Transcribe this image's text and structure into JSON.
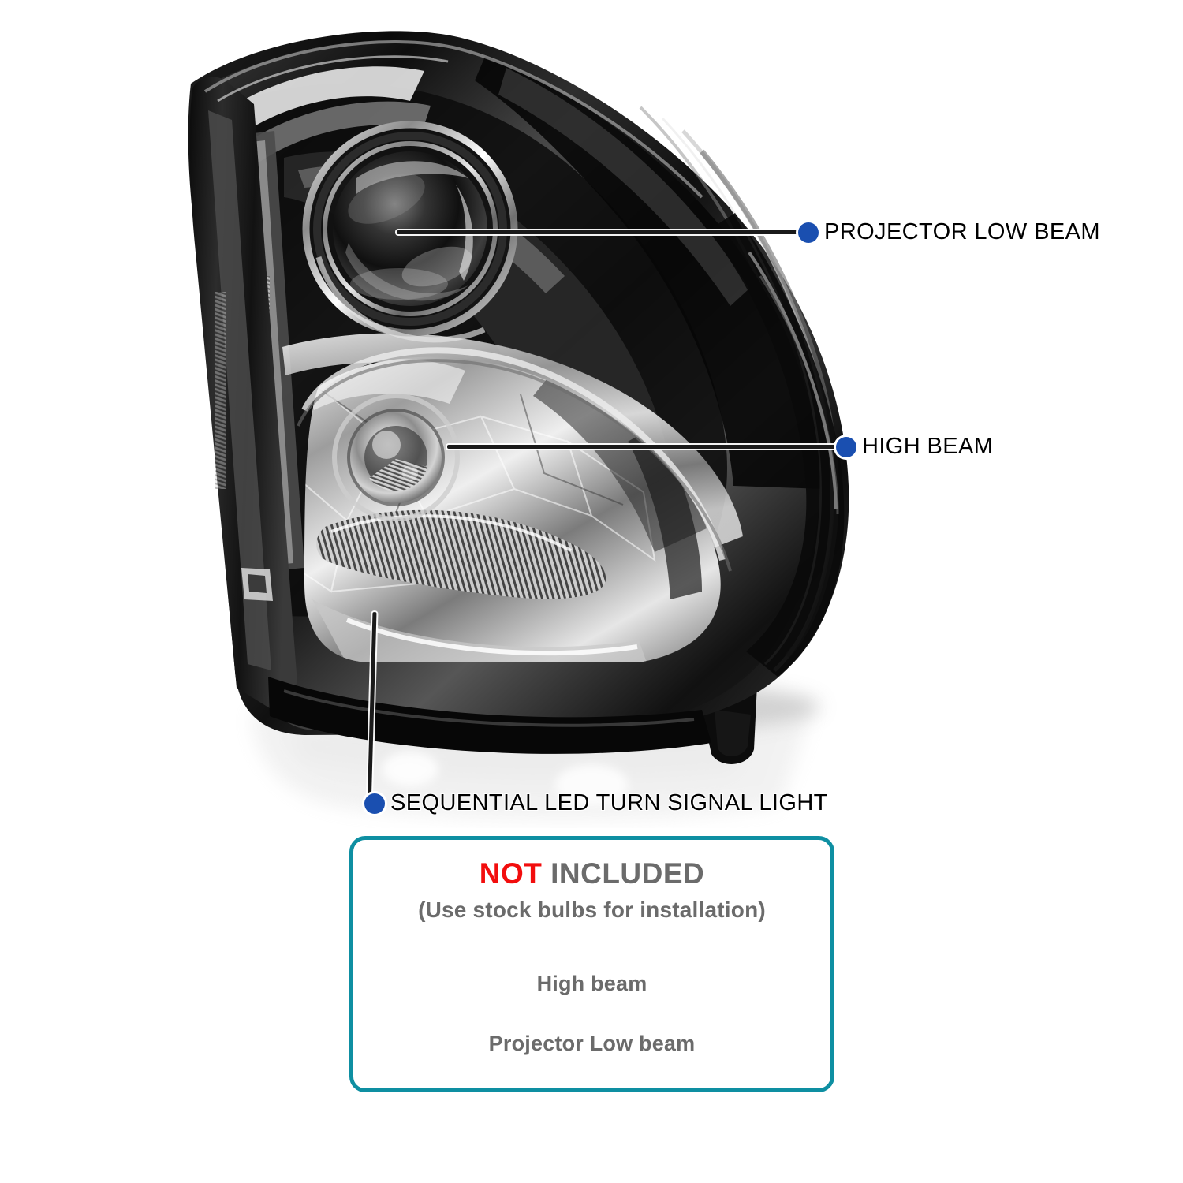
{
  "product": {
    "name": "projector-headlight-assembly",
    "description": "Chrome housing clear lens projector headlight unit, driver side, three-quarter front view with mirror reflection below",
    "finish_color": "#1b1b1b",
    "accent_chrome": "#e8e8e8"
  },
  "callouts": [
    {
      "id": "projector-low-beam",
      "label": "PROJECTOR LOW BEAM",
      "dot_color": "#1a4fb0",
      "leader": "horizontal"
    },
    {
      "id": "high-beam",
      "label": "HIGH BEAM",
      "dot_color": "#1a4fb0",
      "leader": "horizontal"
    },
    {
      "id": "sequential-led-turn-signal-light",
      "label": "SEQUENTIAL LED TURN SIGNAL LIGHT",
      "dot_color": "#1a4fb0",
      "leader": "vertical"
    }
  ],
  "not_included_box": {
    "title_emphasis": "NOT",
    "title_rest": " INCLUDED",
    "subtitle": "(Use stock bulbs for installation)",
    "items": [
      "High beam",
      "Projector Low beam"
    ],
    "border_color": "#0e8fa2",
    "emphasis_color": "#f20d0d",
    "text_color": "#6b6b6b"
  }
}
